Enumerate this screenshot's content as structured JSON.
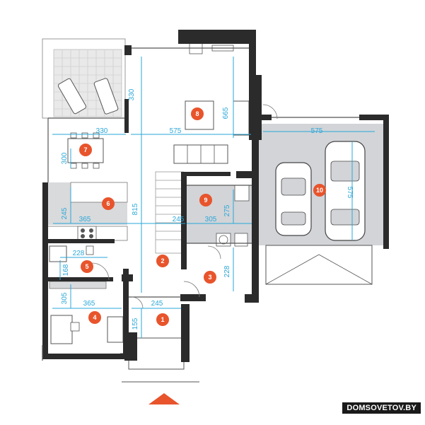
{
  "dimensions": {
    "terrace_depth": "330",
    "dining_width": "330",
    "living_width": "575",
    "living_depth": "665",
    "dining_depth": "300",
    "garage_width": "575",
    "garage_depth": "575",
    "kitchen_depth": "245",
    "kitchen_width": "365",
    "hall_length": "815",
    "hall_width": "245",
    "utility_width": "305",
    "utility_depth": "275",
    "bath_width": "228",
    "bath_depth": "168",
    "storage_depth": "228",
    "office_depth": "305",
    "office_width": "365",
    "entry_width": "245",
    "entry_depth": "155"
  },
  "rooms": {
    "r1": "1",
    "r2": "2",
    "r3": "3",
    "r4": "4",
    "r5": "5",
    "r6": "6",
    "r7": "7",
    "r8": "8",
    "r9": "9",
    "r10": "10"
  },
  "colors": {
    "wall": "#2b2b2b",
    "dimension": "#2aa7d8",
    "badge": "#e8542c",
    "garage_floor": "#d2d4d8",
    "utility_floor": "#d2d4d8"
  },
  "watermark": "DOMSOVETOV.BY"
}
